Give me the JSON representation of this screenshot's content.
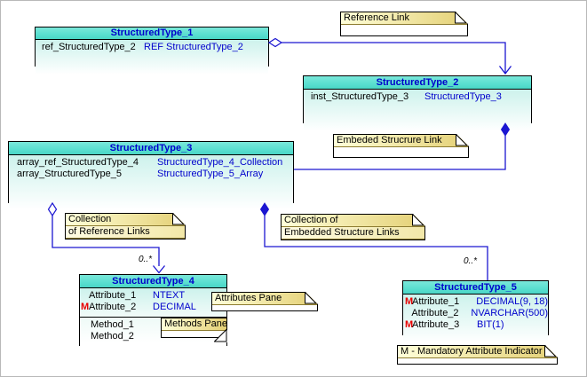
{
  "colors": {
    "header_fill": "#5adfd0",
    "entity_text_blue": "#0000cc",
    "line_blue": "#1b16d1",
    "mandatory_red": "#e80000",
    "note_grad_start": "#ffffd9",
    "note_grad_end": "#e4d075"
  },
  "entities": [
    {
      "name": "StructuredType_1",
      "attributes": [
        {
          "m": "",
          "name": "ref_StructuredType_2",
          "type": "REF StructuredType_2"
        }
      ]
    },
    {
      "name": "StructuredType_2",
      "attributes": [
        {
          "m": "",
          "name": "inst_StructuredType_3",
          "type": "StructuredType_3"
        }
      ]
    },
    {
      "name": "StructuredType_3",
      "attributes": [
        {
          "m": "",
          "name": "array_ref_StructuredType_4",
          "type": "StructuredType_4_Collection"
        },
        {
          "m": "",
          "name": "array_StructuredType_5",
          "type": "StructuredType_5_Array"
        }
      ]
    },
    {
      "name": "StructuredType_4",
      "attributes": [
        {
          "m": "",
          "name": "Attribute_1",
          "type": "NTEXT"
        },
        {
          "m": "M",
          "name": "Attribute_2",
          "type": "DECIMAL"
        }
      ],
      "methods": [
        "Method_1",
        "Method_2"
      ]
    },
    {
      "name": "StructuredType_5",
      "attributes": [
        {
          "m": "M",
          "name": "Attribute_1",
          "type": "DECIMAL(9, 18)"
        },
        {
          "m": "",
          "name": "Attribute_2",
          "type": "NVARCHAR(500)"
        },
        {
          "m": "M",
          "name": "Attribute_3",
          "type": "BIT(1)"
        }
      ]
    }
  ],
  "notes": {
    "reference_link": "Reference Link",
    "embedded_structure_link": "Embeded Strucrure Link",
    "collection_of_reference_links": [
      "Collection",
      "of Reference Links"
    ],
    "collection_of_embedded_structure_links": [
      "Collection of",
      "Embedded Structure Links"
    ],
    "attributes_pane": "Attributes Pane",
    "methods_pane": "Methods Pane",
    "mandatory_indicator": "M - Mandatory Attribute Indicator"
  },
  "cardinality": {
    "reference_collection": "0..*",
    "embedded_collection": "0..*"
  }
}
